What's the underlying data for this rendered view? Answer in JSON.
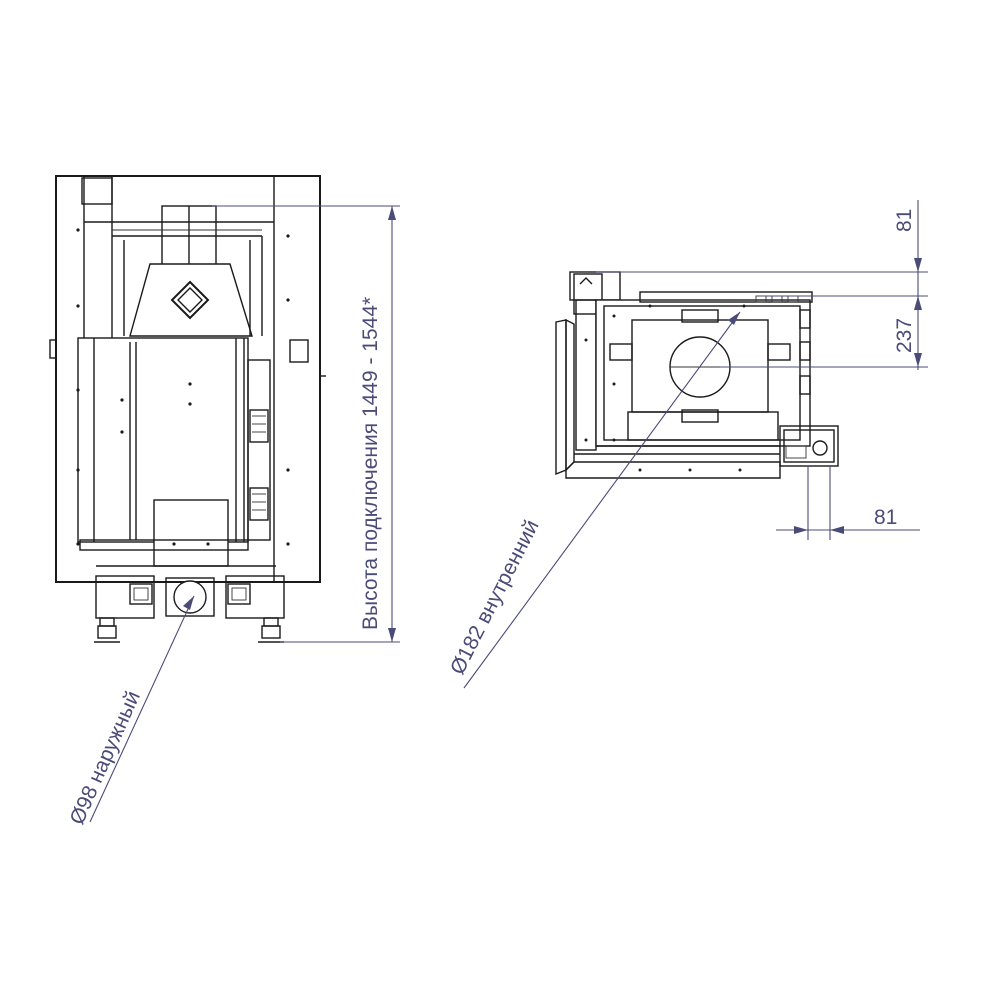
{
  "front_view": {
    "height_dimension_label": "Высота подключения 1449 - 1544*",
    "outer_diameter_label": "Ø98 наружный"
  },
  "top_view": {
    "inner_diameter_label": "Ø182 внутренний",
    "dim_top_1": "81",
    "dim_top_2": "237",
    "dim_right": "81"
  },
  "colors": {
    "drawing_lines": "#1a1a1a",
    "dimension_color": "#4b4b78"
  }
}
